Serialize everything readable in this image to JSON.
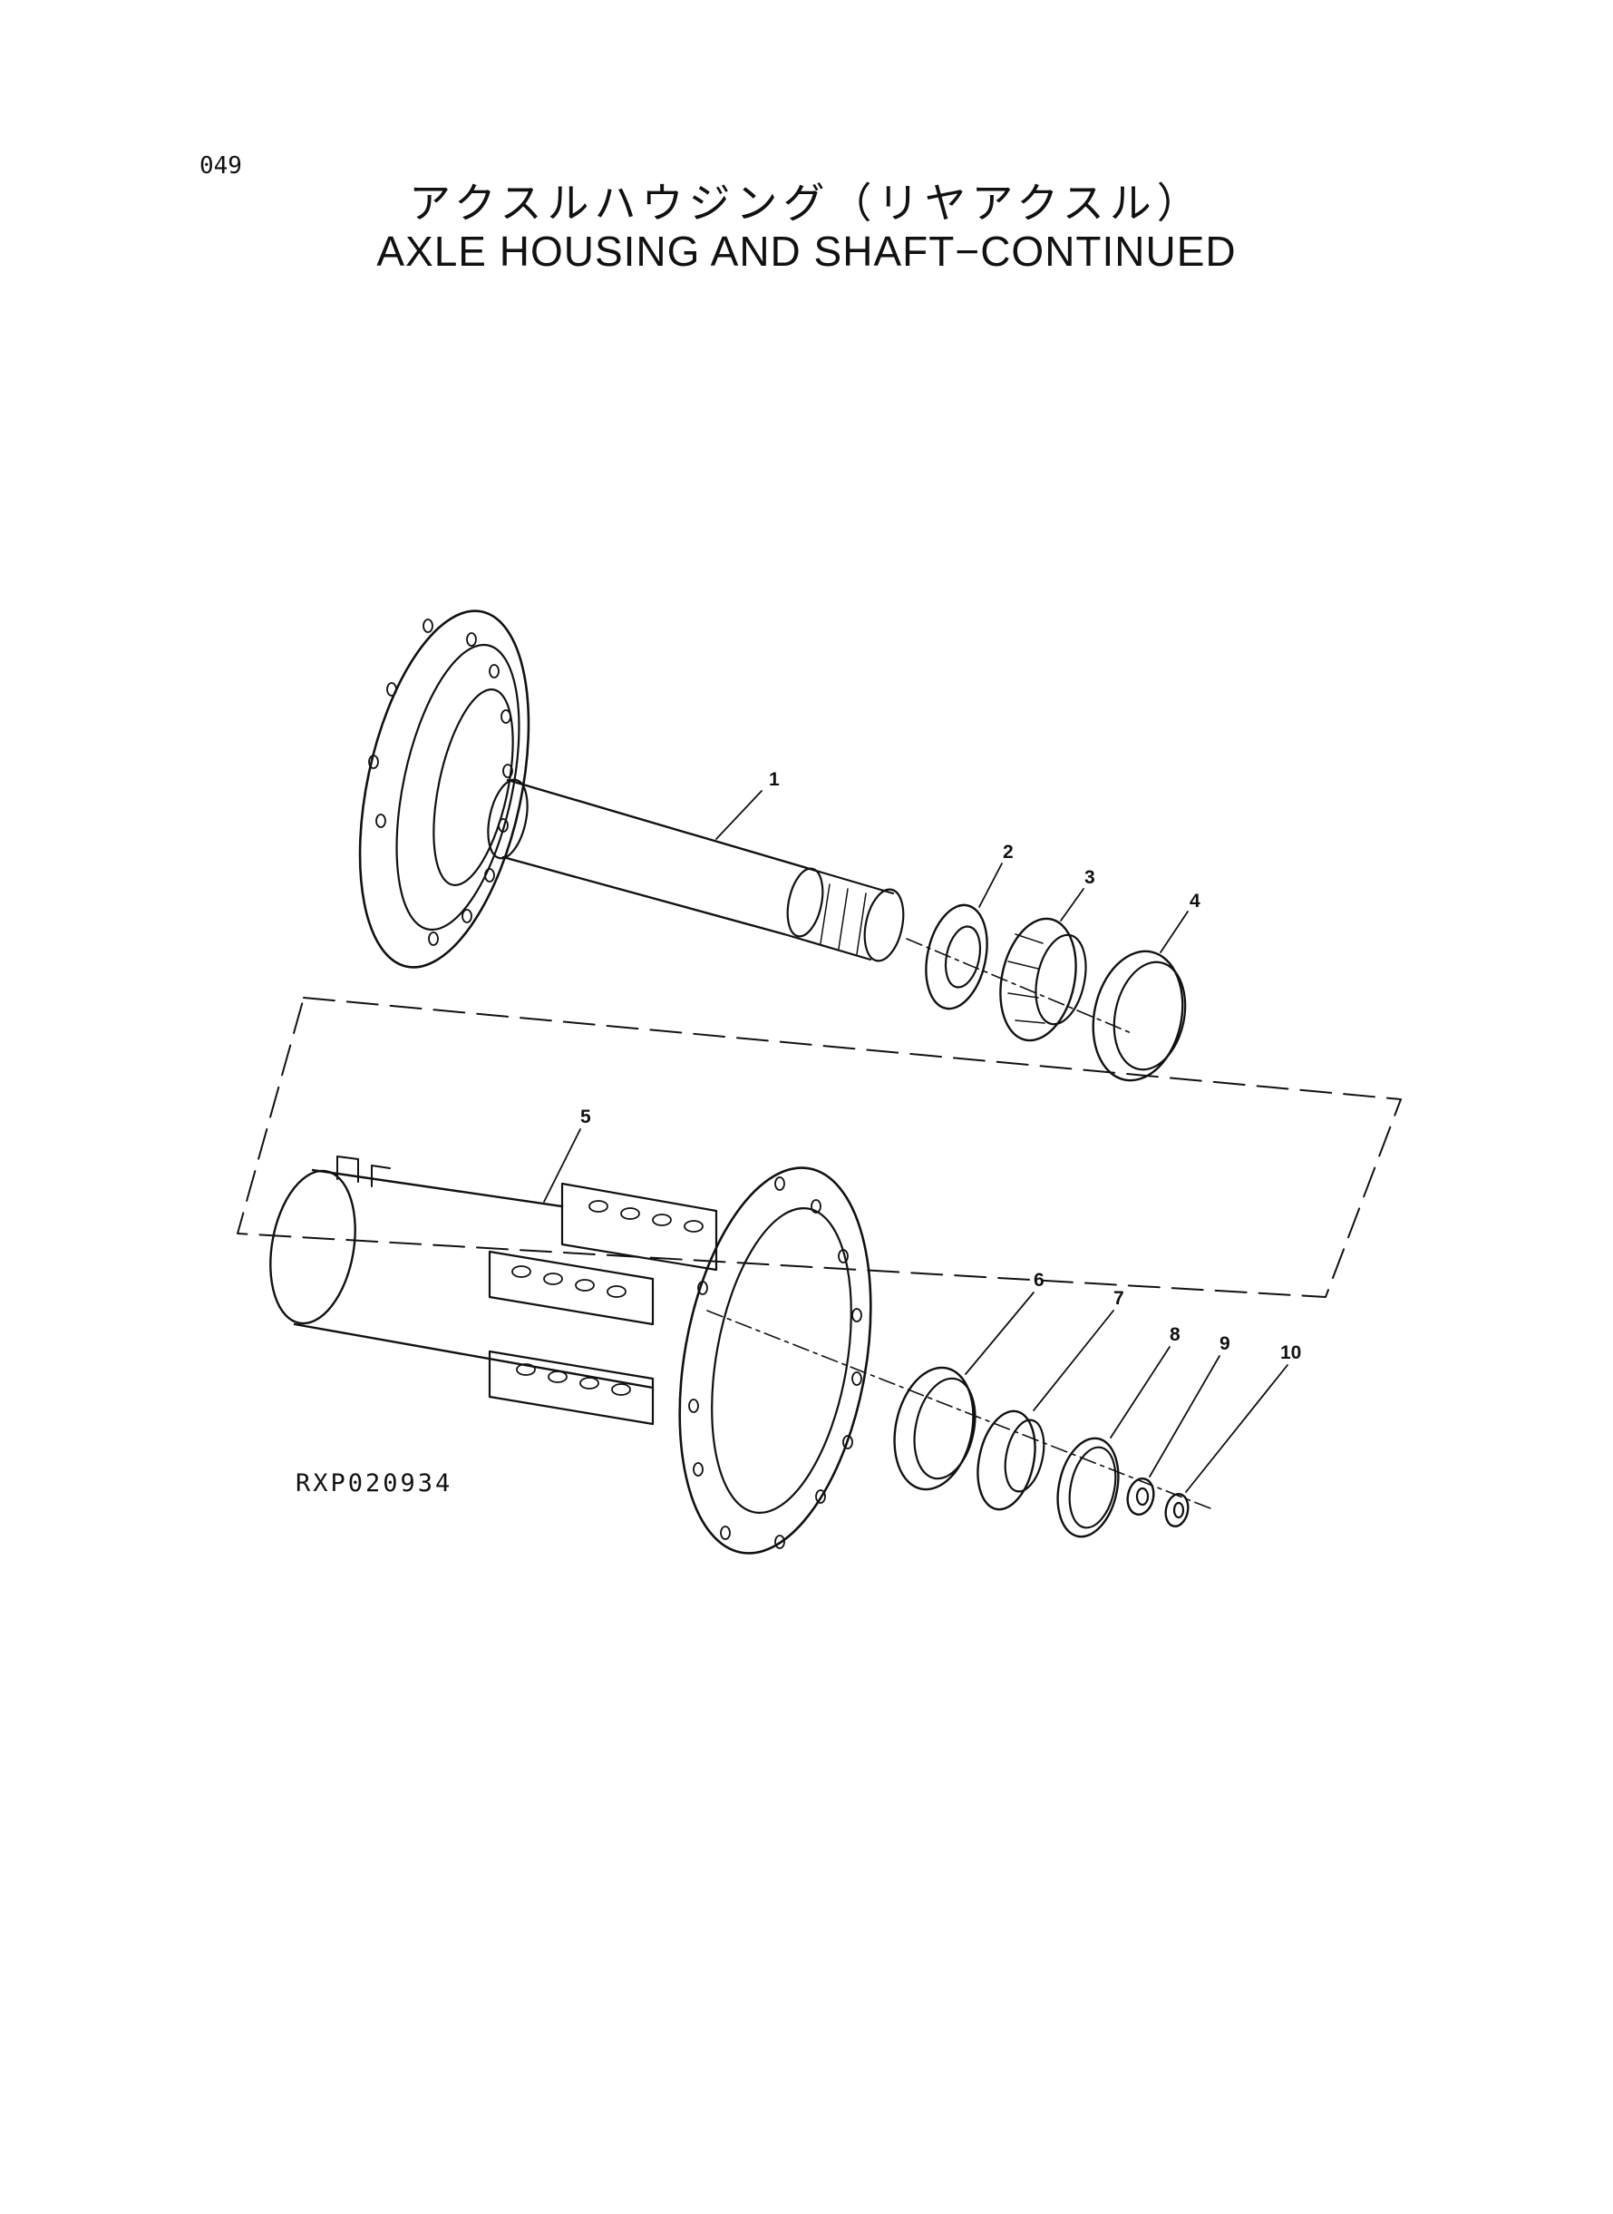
{
  "page_number": "049",
  "title_jp": "アクスルハウジング（リヤアクスル）",
  "title_en": "AXLE HOUSING AND SHAFT−CONTINUED",
  "reference_code": "RXP020934",
  "callouts": {
    "c1": "1",
    "c2": "2",
    "c3": "3",
    "c4": "4",
    "c5": "5",
    "c6": "6",
    "c7": "7",
    "c8": "8",
    "c9": "9",
    "c10": "10"
  }
}
